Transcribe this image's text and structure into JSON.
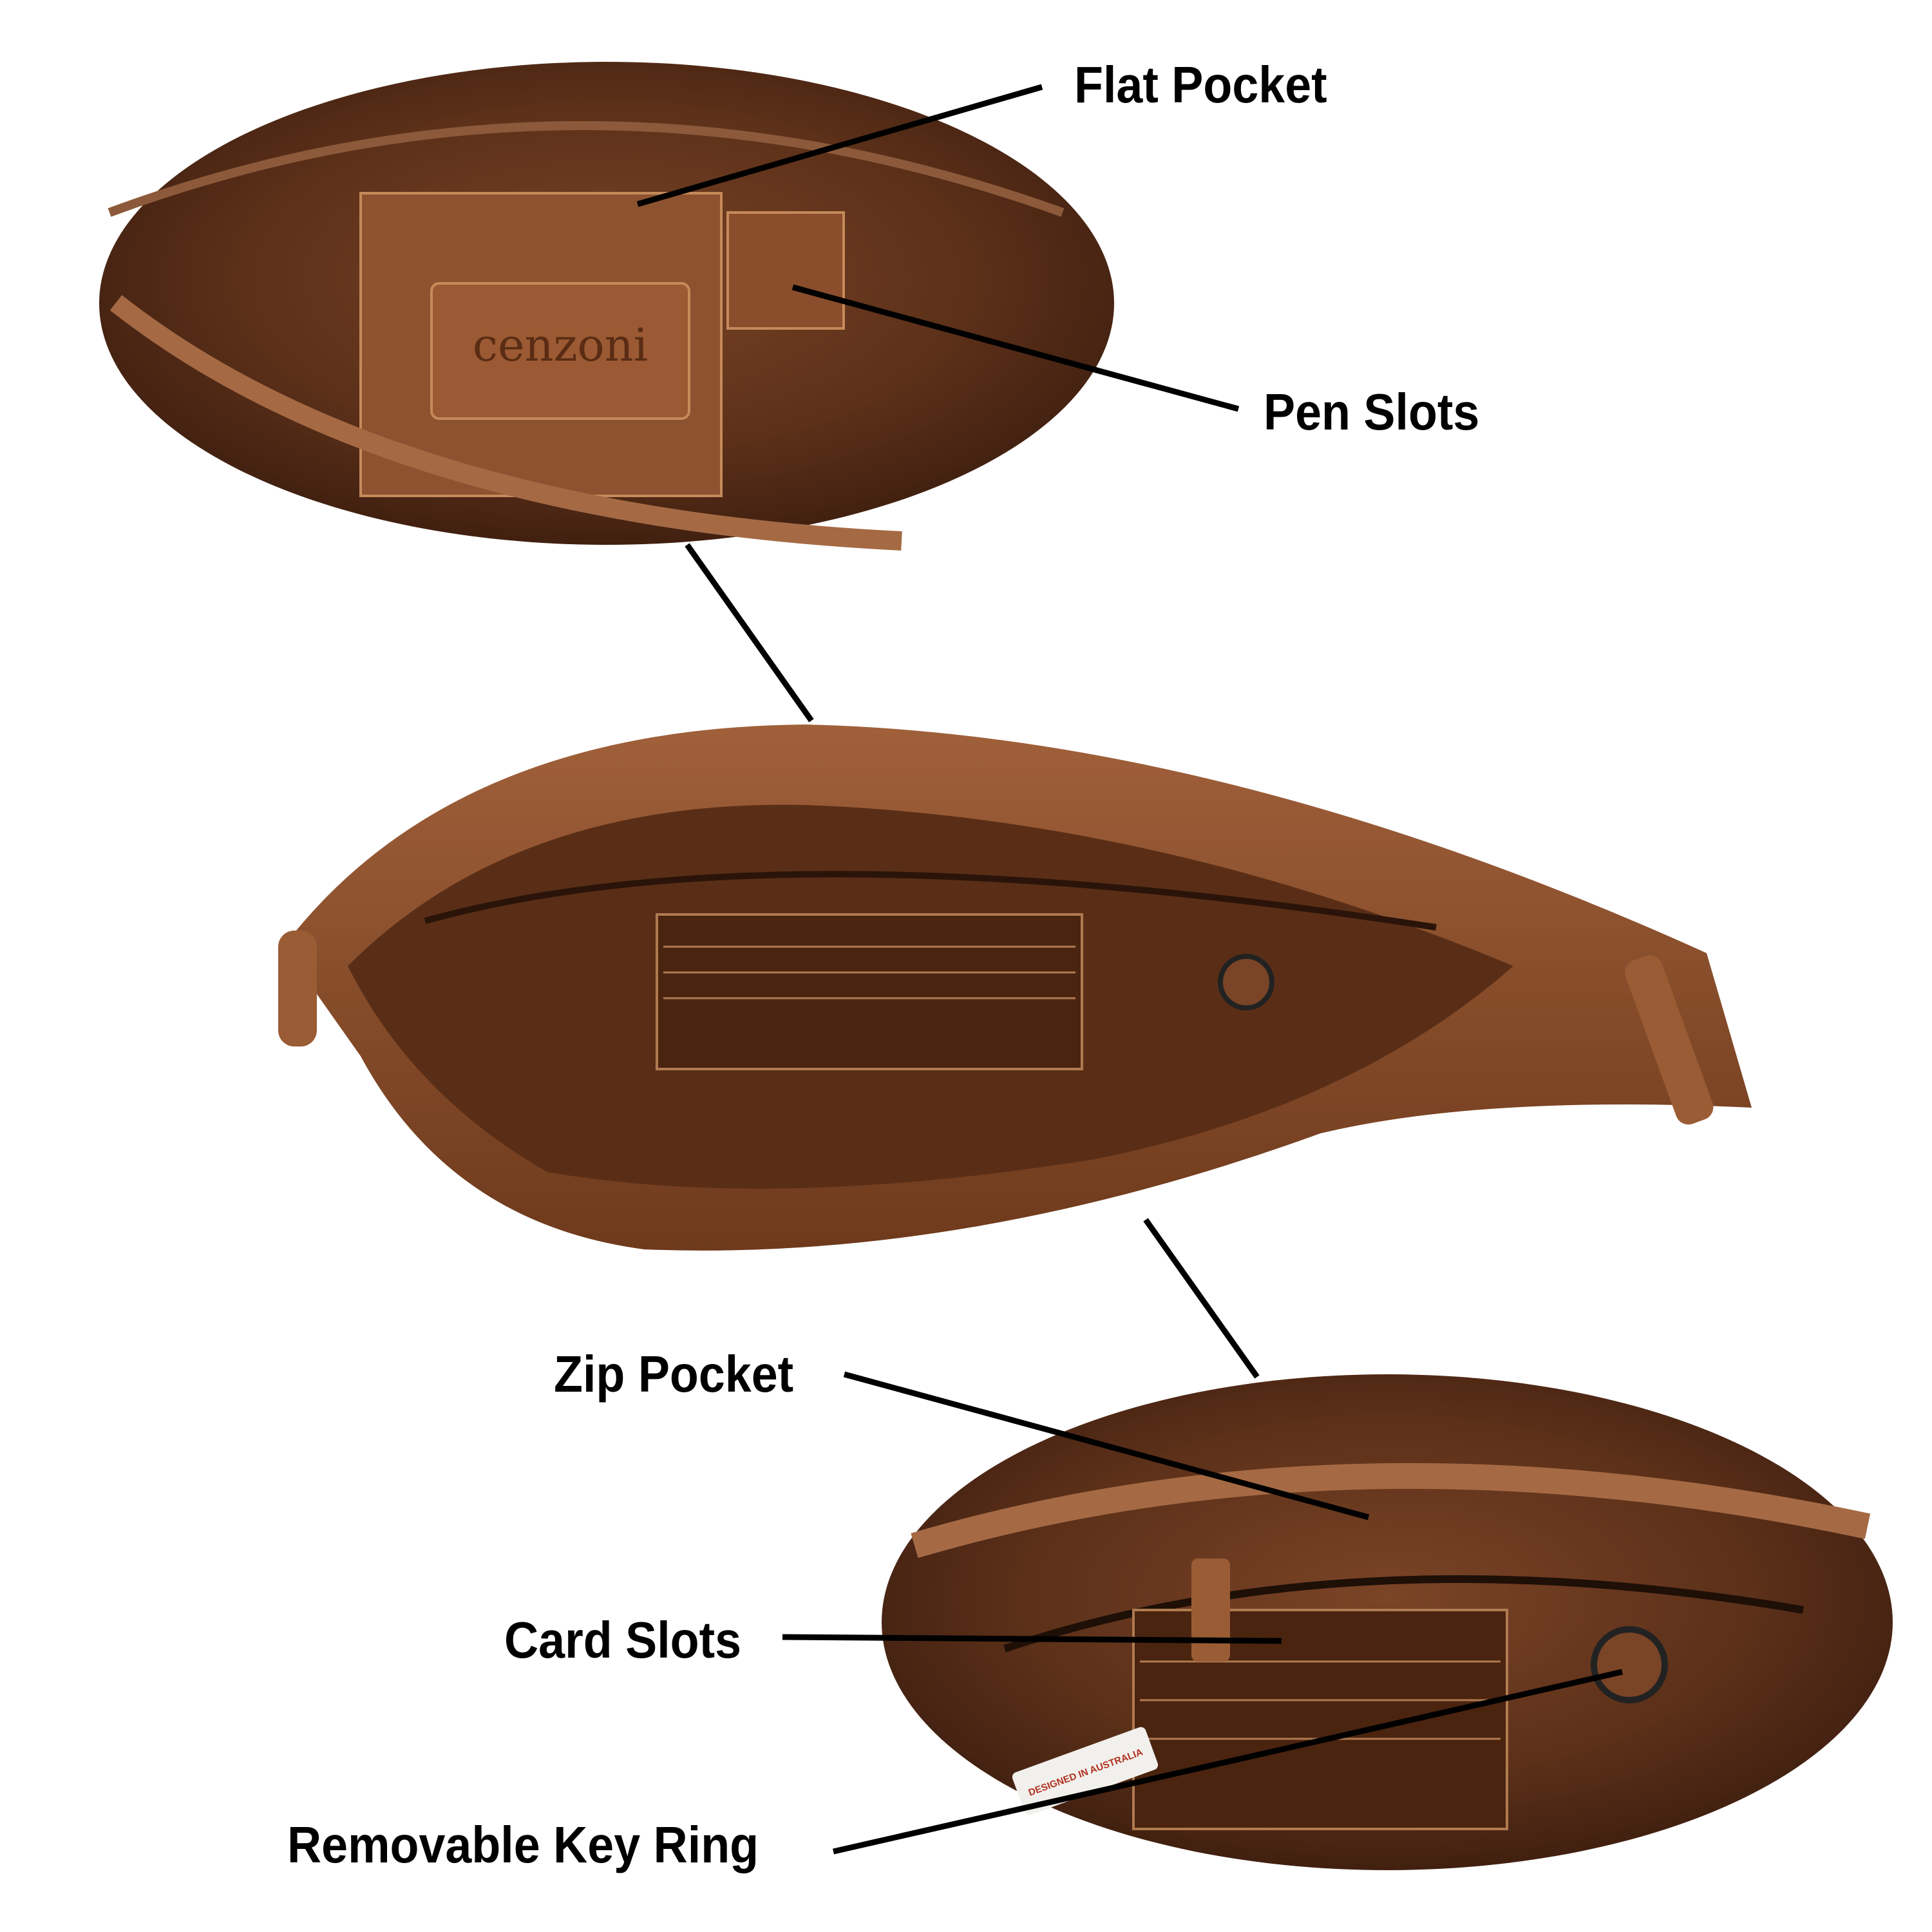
{
  "labels": {
    "flat_pocket": "Flat Pocket",
    "pen_slots": "Pen Slots",
    "zip_pocket": "Zip Pocket",
    "card_slots": "Card Slots",
    "key_ring": "Removable Key Ring"
  },
  "brand_logo": "cenzoni",
  "tag_text": "DESIGNED IN AUSTRALIA",
  "colors": {
    "leather": "#8a4a26",
    "lining": "#6b3a20",
    "dark": "#3a1c0e",
    "callout": "#000000"
  }
}
